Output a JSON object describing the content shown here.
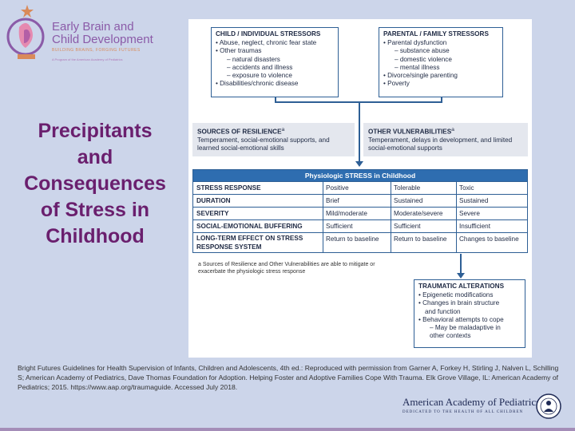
{
  "logo": {
    "line1": "Early Brain and",
    "line2": "Child Development",
    "tagline": "BUILDING BRAINS, FORGING FUTURES",
    "fine": "A Program of the American Academy of Pediatrics"
  },
  "slide_title": [
    "Precipitants",
    "and",
    "Consequences",
    "of Stress in",
    "Childhood"
  ],
  "diagram": {
    "child_box": {
      "title": "CHILD / INDIVIDUAL STRESSORS",
      "lines": [
        "• Abuse, neglect, chronic fear state",
        "• Other traumas",
        "– natural disasters",
        "– accidents and illness",
        "– exposure to violence",
        "• Disabilities/chronic disease"
      ]
    },
    "parent_box": {
      "title": "PARENTAL / FAMILY STRESSORS",
      "lines": [
        "• Parental dysfunction",
        "– substance abuse",
        "– domestic violence",
        "– mental illness",
        "• Divorce/single parenting",
        "• Poverty"
      ]
    },
    "resilience": {
      "title": "SOURCES OF RESILIENCE",
      "sup": "a",
      "text": "Temperament, social-emotional supports, and learned social-emotional skills"
    },
    "vulnerabilities": {
      "title": "OTHER VULNERABILITIES",
      "sup": "a",
      "text": "Temperament, delays in development, and limited social-emotional supports"
    },
    "table": {
      "title": "Physiologic STRESS in Childhood",
      "rows": [
        [
          "STRESS RESPONSE",
          "Positive",
          "Tolerable",
          "Toxic"
        ],
        [
          "DURATION",
          "Brief",
          "Sustained",
          "Sustained"
        ],
        [
          "SEVERITY",
          "Mild/moderate",
          "Moderate/severe",
          "Severe"
        ],
        [
          "SOCIAL-EMOTIONAL BUFFERING",
          "Sufficient",
          "Sufficient",
          "Insufficient"
        ],
        [
          "LONG-TERM EFFECT ON STRESS RESPONSE SYSTEM",
          "Return to baseline",
          "Return to baseline",
          "Changes to baseline"
        ]
      ]
    },
    "footnote": "a Sources of Resilience and Other Vulnerabilities are able to mitigate or exacerbate the physiologic stress response",
    "traumatic": {
      "title": "TRAUMATIC ALTERATIONS",
      "lines": [
        "• Epigenetic modifications",
        "• Changes in brain structure",
        "and function",
        "• Behavioral attempts to cope",
        "– May be maladaptive in",
        "other contexts"
      ]
    }
  },
  "citation": "Bright Futures Guidelines for Health Supervision of Infants, Children and Adolescents, 4th ed.: Reproduced with permission from Garner A, Forkey H, Stirling J, Nalven L, Schilling S; American Academy of Pediatrics, Dave Thomas Foundation for Adoption. Helping Foster and Adoptive Families Cope With Trauma. Elk Grove Village, IL: American Academy of Pediatrics; 2015. https://www.aap.org/traumaguide. Accessed July 2018.",
  "aap": {
    "name": "American Academy of Pediatrics",
    "tagline": "DEDICATED TO THE HEALTH OF ALL CHILDREN"
  },
  "colors": {
    "background": "#ccd5ea",
    "title": "#6a1f6e",
    "diagram_blue": "#2e5f95",
    "table_header": "#2e6db0"
  }
}
